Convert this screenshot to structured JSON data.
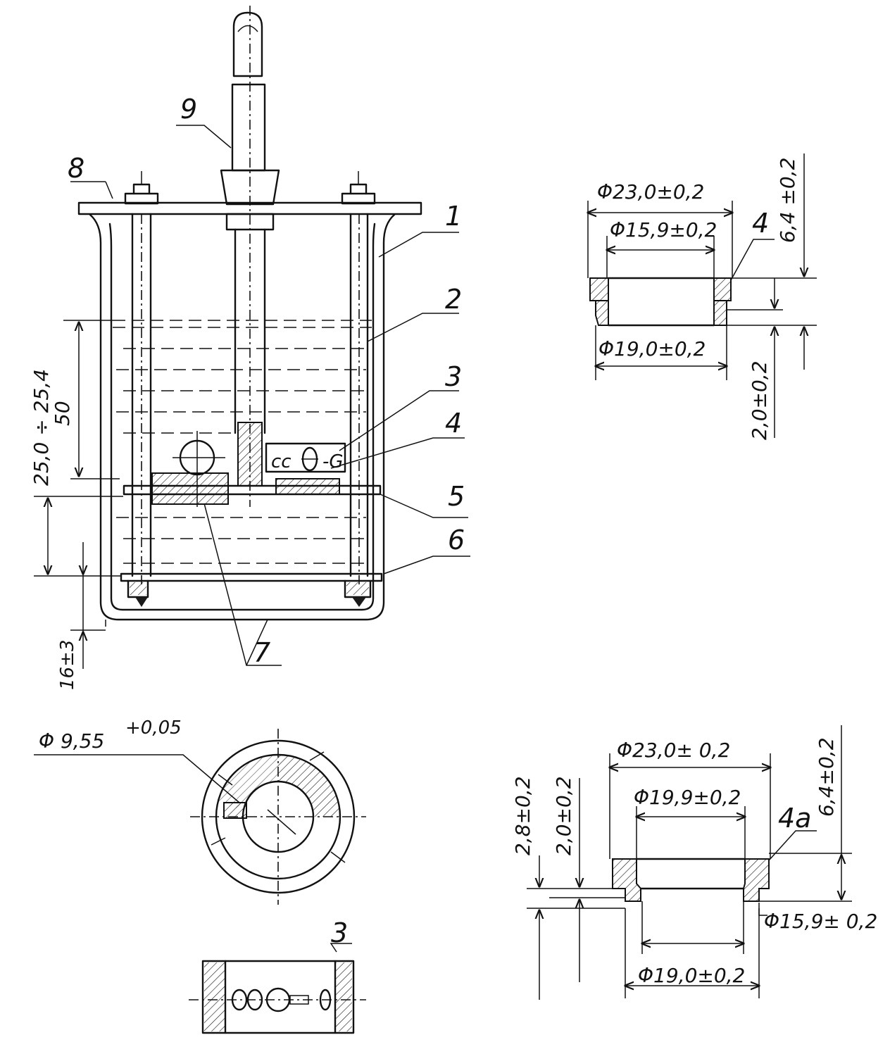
{
  "drawing": {
    "part_labels": {
      "p1": "1",
      "p2": "2",
      "p3": "3",
      "p4": "4",
      "p5": "5",
      "p6": "6",
      "p7": "7",
      "p8": "8",
      "p9": "9",
      "p3_detail": "3",
      "p4_detail": "4",
      "p4a_detail": "4a"
    },
    "main_dims": {
      "depth_range": "25,0 ÷ 25,4",
      "depth_50": "50",
      "bottom_gap": "16±3"
    },
    "detail_4": {
      "outer_dia": "Φ23,0±0,2",
      "inner_dia": "Φ15,9±0,2",
      "step_dia": "Φ19,0±0,2",
      "height": "6,4 ±0,2",
      "step_height": "2,0±0,2"
    },
    "detail_4a": {
      "outer_dia": "Φ23,0± 0,2",
      "inner_dia": "Φ19,9±0,2",
      "bore_dia": "Φ15,9± 0,2",
      "step_dia": "Φ19,0±0,2",
      "height": "6,4±0,2",
      "rim_height": "2,8±0,2",
      "step_height": "2,0±0,2"
    },
    "holder": {
      "hole_dia": "Φ 9,55",
      "hole_tol": "+0,05"
    }
  }
}
